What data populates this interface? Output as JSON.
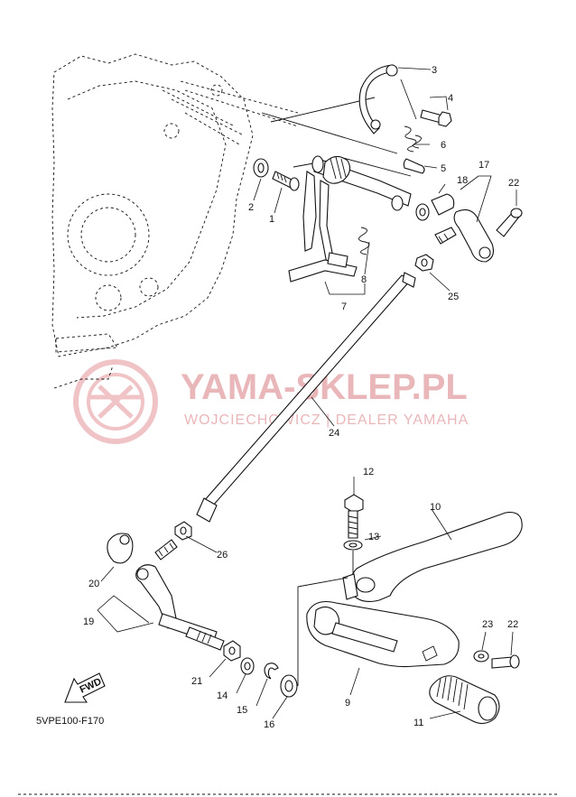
{
  "watermark": {
    "title": "YAMA-SKLEP.PL",
    "subtitle": "WOJCIECHOWICZ | DEALER YAMAHA"
  },
  "diagram_code": "5VPE100-F170",
  "fwd_label": "FWD",
  "callouts": {
    "c1": "1",
    "c2": "2",
    "c3": "3",
    "c4": "4",
    "c5": "5",
    "c6": "6",
    "c7": "7",
    "c8": "8",
    "c9": "9",
    "c10": "10",
    "c11": "11",
    "c12": "12",
    "c13": "13",
    "c14": "14",
    "c15": "15",
    "c16": "16",
    "c17": "17",
    "c18": "18",
    "c19": "19",
    "c20": "20",
    "c21": "21",
    "c22a": "22",
    "c22b": "22",
    "c23": "23",
    "c24": "24",
    "c25": "25",
    "c26": "26"
  }
}
